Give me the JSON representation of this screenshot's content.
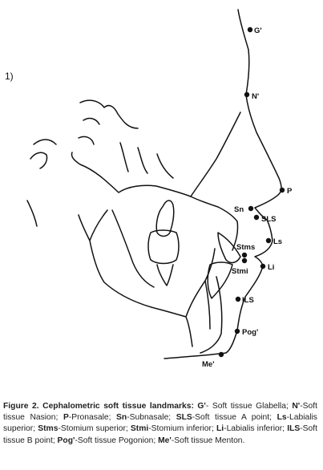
{
  "figure": {
    "panel_label": "1)",
    "landmarks": [
      {
        "id": "gp",
        "label": "G'"
      },
      {
        "id": "np",
        "label": "N'"
      },
      {
        "id": "p",
        "label": "P"
      },
      {
        "id": "sn",
        "label": "Sn"
      },
      {
        "id": "sls",
        "label": "SLS"
      },
      {
        "id": "ls",
        "label": "Ls"
      },
      {
        "id": "stms",
        "label": "Stms"
      },
      {
        "id": "stmi",
        "label": "Stmi"
      },
      {
        "id": "li",
        "label": "Li"
      },
      {
        "id": "ils",
        "label": "ILS"
      },
      {
        "id": "pog",
        "label": "Pog'"
      },
      {
        "id": "me",
        "label": "Me'"
      }
    ]
  },
  "caption": {
    "heading": "Figure 2.  Cephalometric soft tissue landmarks: ",
    "items": [
      {
        "abbr": "G'",
        "desc": "- Soft tissue Glabella; "
      },
      {
        "abbr": "N'",
        "desc": "-Soft tissue Nasion; "
      },
      {
        "abbr": "P",
        "desc": "-Pronasale; "
      },
      {
        "abbr": "Sn",
        "desc": "-Subnasale; "
      },
      {
        "abbr": "SLS",
        "desc": "-Soft tissue A point; "
      },
      {
        "abbr": "Ls",
        "desc": "-Labialis superior; "
      },
      {
        "abbr": "Stms",
        "desc": "-Stomium superior; "
      },
      {
        "abbr": "Stmi",
        "desc": "-Stomium inferior; "
      },
      {
        "abbr": "Li",
        "desc": "-Labialis inferior; "
      },
      {
        "abbr": "ILS",
        "desc": "-Soft tissue B point; "
      },
      {
        "abbr": "Pog'",
        "desc": "-Soft tissue Pogonion; "
      },
      {
        "abbr": "Me'",
        "desc": "-Soft tissue Menton."
      }
    ]
  }
}
